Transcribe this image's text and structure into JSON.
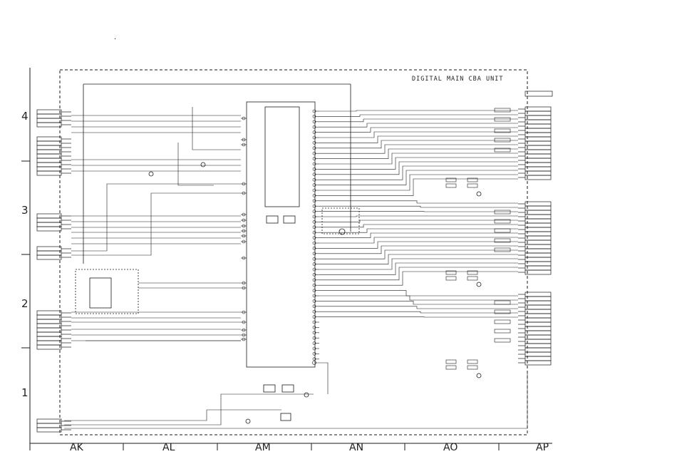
{
  "diagram": {
    "unit_title": "DIGITAL MAIN CBA UNIT",
    "top_mark": "·",
    "row_markers": [
      "4",
      "3",
      "2",
      "1"
    ],
    "column_markers": [
      "AK",
      "AL",
      "AM",
      "AN",
      "AO",
      "AP"
    ],
    "colors": {
      "line": "#1a1a1a",
      "paper": "#ffffff"
    }
  }
}
